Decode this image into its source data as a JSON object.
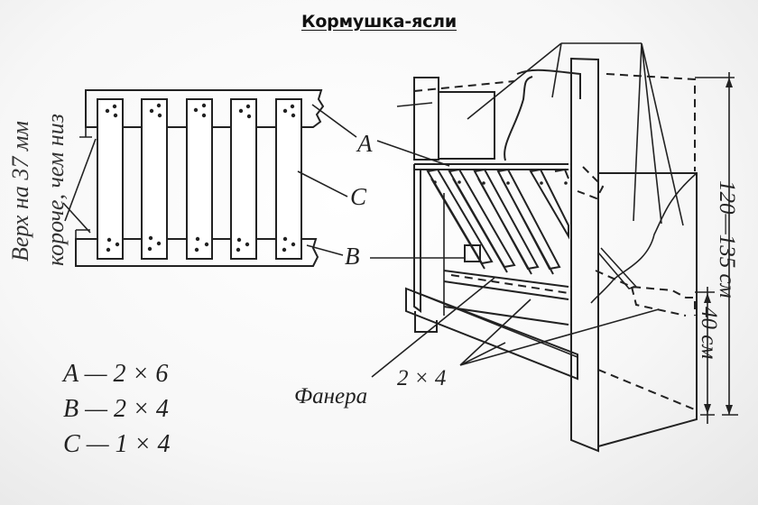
{
  "title": "Кормушка-ясли",
  "side_note": {
    "line1": "Верх на 37 мм",
    "line2": "короче, чем низ"
  },
  "labels": {
    "a": "A",
    "b": "B",
    "c": "C",
    "plywood": "Фанера",
    "board_2x4": "2 × 4"
  },
  "legend": [
    {
      "key": "A",
      "dash": "—",
      "size": "2 × 6"
    },
    {
      "key": "B",
      "dash": "—",
      "size": "2 × 4"
    },
    {
      "key": "C",
      "dash": "—",
      "size": "1 × 4"
    }
  ],
  "dimensions": {
    "total_height": "120—135 см",
    "trough_height": "40 см"
  },
  "colors": {
    "line": "#222222",
    "background": "#f7f7f7"
  }
}
